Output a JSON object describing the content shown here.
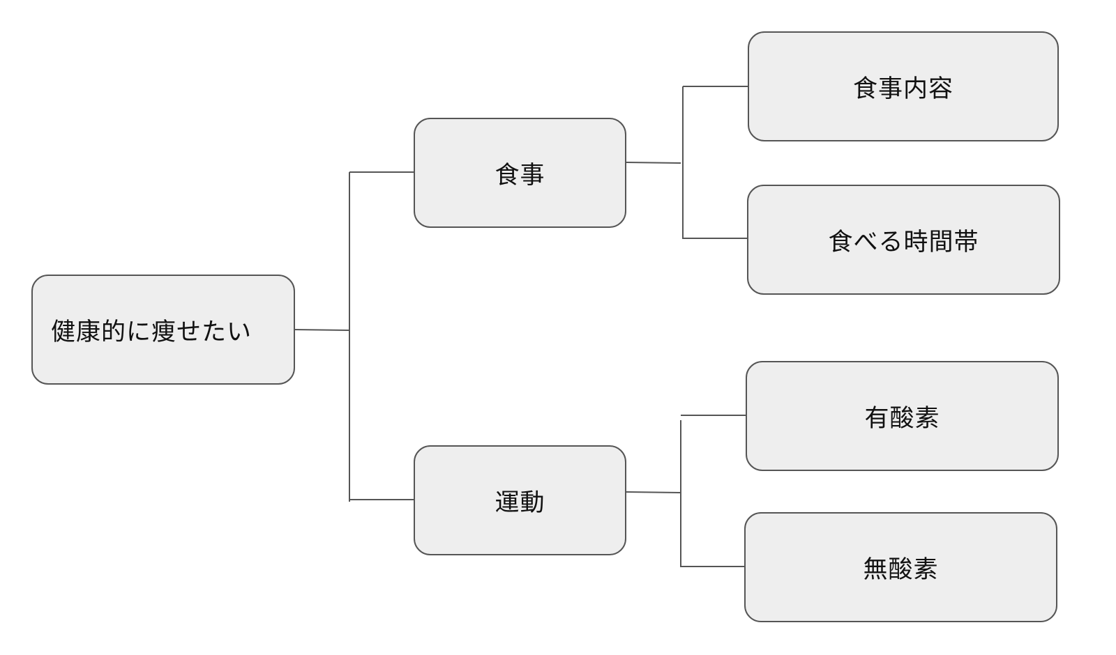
{
  "diagram": {
    "root": {
      "label": "健康的に痩せたい"
    },
    "branches": [
      {
        "label": "食事",
        "children": [
          {
            "label": "食事内容"
          },
          {
            "label": "食べる時間帯"
          }
        ]
      },
      {
        "label": "運動",
        "children": [
          {
            "label": "有酸素"
          },
          {
            "label": "無酸素"
          }
        ]
      }
    ]
  }
}
